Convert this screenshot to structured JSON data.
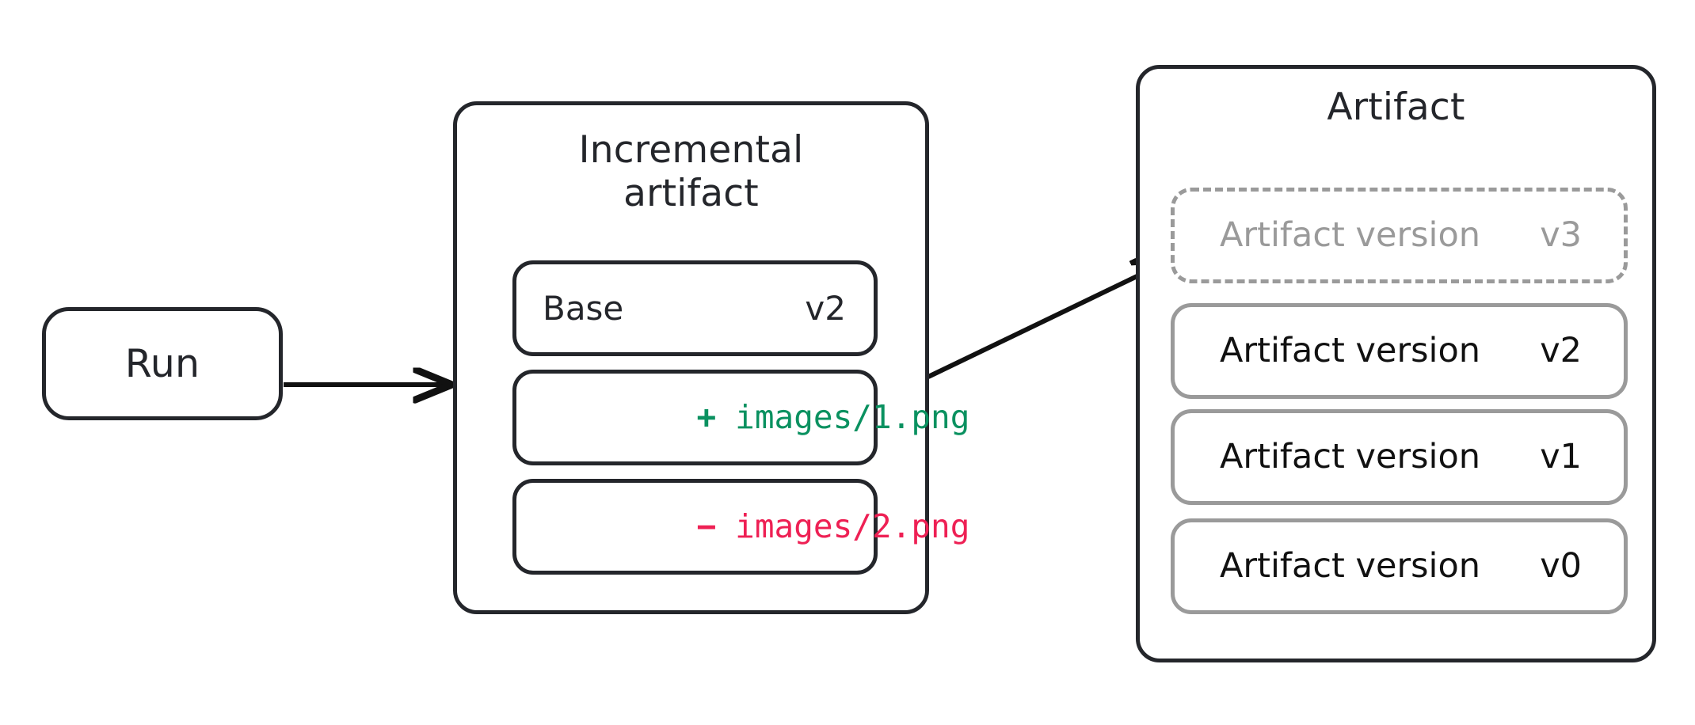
{
  "diagram": {
    "title": "Incremental artifact versioning flow",
    "background": "#ffffff",
    "colors": {
      "stroke_dark": "#24262b",
      "stroke_gray": "#9a9a9a",
      "text_dark": "#24262b",
      "text_muted": "#9a9a9a",
      "diff_add": "#0a9160",
      "diff_remove": "#ee2054"
    }
  },
  "run": {
    "label": "Run"
  },
  "incremental": {
    "title_line1": "Incremental",
    "title_line2": "artifact",
    "rows": [
      {
        "label": "Base",
        "version": "v2"
      }
    ],
    "diffs": [
      {
        "sign": "+",
        "path": "images/1.png",
        "kind": "added"
      },
      {
        "sign": "−",
        "path": "images/2.png",
        "kind": "removed"
      }
    ]
  },
  "artifact": {
    "title": "Artifact",
    "versions": [
      {
        "label": "Artifact version",
        "version": "v3",
        "state": "pending"
      },
      {
        "label": "Artifact version",
        "version": "v2",
        "state": "committed"
      },
      {
        "label": "Artifact version",
        "version": "v1",
        "state": "committed"
      },
      {
        "label": "Artifact version",
        "version": "v0",
        "state": "committed"
      }
    ]
  },
  "edges": [
    {
      "name": "run-to-incremental",
      "from": "Run",
      "to": "Incremental artifact",
      "style": "solid-arrow"
    },
    {
      "name": "incremental-to-artifact",
      "from": "Incremental artifact",
      "to": "Artifact version v3",
      "style": "solid-arrow"
    }
  ]
}
